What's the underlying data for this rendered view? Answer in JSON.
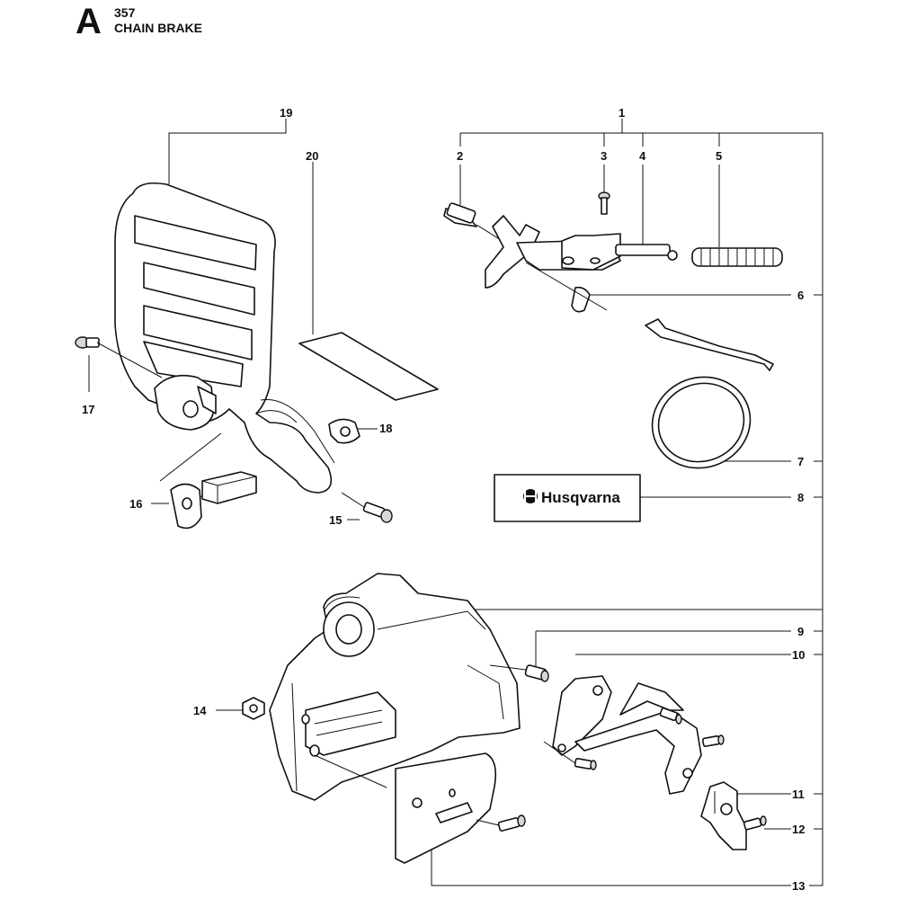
{
  "header": {
    "section_letter": "A",
    "model_number": "357",
    "title": "CHAIN BRAKE"
  },
  "brand_logo": {
    "text": "Husqvarna"
  },
  "callouts": [
    {
      "id": "c1",
      "label": "1"
    },
    {
      "id": "c2",
      "label": "2"
    },
    {
      "id": "c3",
      "label": "3"
    },
    {
      "id": "c4",
      "label": "4"
    },
    {
      "id": "c5",
      "label": "5"
    },
    {
      "id": "c6",
      "label": "6"
    },
    {
      "id": "c7",
      "label": "7"
    },
    {
      "id": "c8",
      "label": "8"
    },
    {
      "id": "c9",
      "label": "9"
    },
    {
      "id": "c10",
      "label": "10"
    },
    {
      "id": "c11",
      "label": "11"
    },
    {
      "id": "c12",
      "label": "12"
    },
    {
      "id": "c13",
      "label": "13"
    },
    {
      "id": "c14",
      "label": "14"
    },
    {
      "id": "c15",
      "label": "15"
    },
    {
      "id": "c16",
      "label": "16"
    },
    {
      "id": "c17",
      "label": "17"
    },
    {
      "id": "c18",
      "label": "18"
    },
    {
      "id": "c19",
      "label": "19"
    },
    {
      "id": "c20",
      "label": "20"
    }
  ]
}
